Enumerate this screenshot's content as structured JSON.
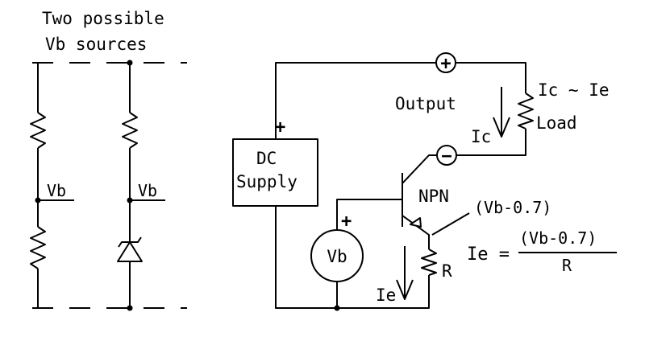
{
  "vb_sources": {
    "title_line1": "Two possible",
    "title_line2": "Vb sources",
    "divider_label": "Vb",
    "zener_label": "Vb"
  },
  "circuit": {
    "supply_label_line1": "DC",
    "supply_label_line2": "Supply",
    "supply_plus": "+",
    "output_label": "Output",
    "output_plus": "+",
    "output_minus": "−",
    "ic_ie_label": "Ic ~ Ie",
    "load_label": "Load",
    "ic_label": "Ic",
    "transistor_label": "NPN",
    "emitter_voltage_label": "(Vb-0.7)",
    "vb_source_label": "Vb",
    "vb_source_plus": "+",
    "resistor_label": "R",
    "ie_label": "Ie",
    "formula": {
      "lhs": "Ie =",
      "numerator": "(Vb-0.7)",
      "denominator": "R"
    }
  }
}
